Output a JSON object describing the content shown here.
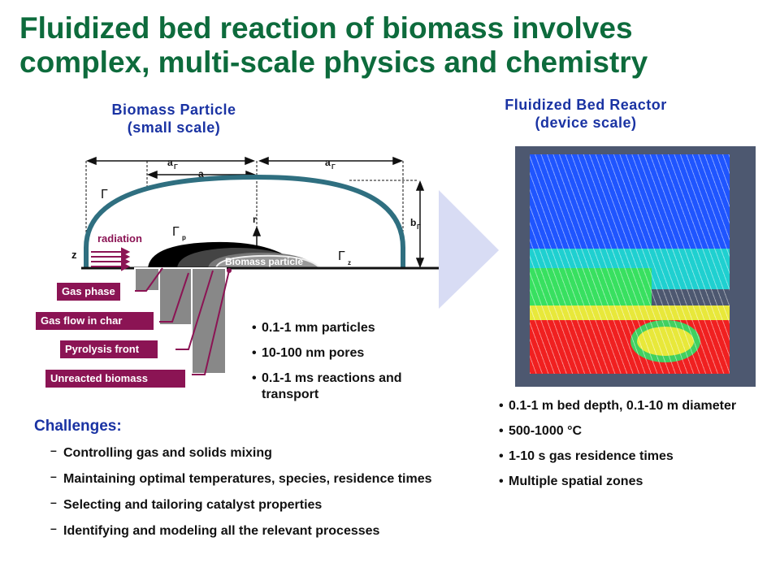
{
  "title": "Fluidized bed reaction of biomass involves complex, multi-scale physics and chemistry",
  "left_heading": {
    "line1": "Biomass Particle",
    "line2": "(small scale)"
  },
  "right_heading": {
    "line1": "Fluidized Bed Reactor",
    "line2": "(device scale)"
  },
  "particle_diagram": {
    "labels": {
      "a_gamma_left": "a",
      "a": "a",
      "a_gamma_right": "a",
      "gamma": "Γ",
      "r": "r",
      "b_gamma": "b",
      "gamma_p": "Γ",
      "sub_p": "p",
      "gamma_z": "Γ",
      "sub_z": "z",
      "sub_gamma": "Γ",
      "radiation": "radiation",
      "z": "z",
      "biomass_particle": "Biomass particle"
    },
    "layers": [
      "Gas phase",
      "Gas flow in  char",
      "Pyrolysis front",
      "Unreacted biomass"
    ],
    "colors": {
      "arc": "#2f6f80",
      "label_bg": "#8b1454",
      "radiation": "#8b1454"
    }
  },
  "particle_bullets": [
    "0.1-1 mm particles",
    "10-100 nm pores",
    "0.1-1 ms reactions and transport"
  ],
  "reactor_bullets": [
    "0.1-1 m bed depth, 0.1-10 m diameter",
    "500-1000 °C",
    "1-10 s gas residence times",
    "Multiple spatial zones"
  ],
  "challenges": {
    "heading": "Challenges:",
    "items": [
      "Controlling gas and solids mixing",
      "Maintaining optimal  temperatures, species, residence times",
      "Selecting and tailoring catalyst properties",
      "Identifying and modeling all the relevant processes"
    ]
  },
  "colors": {
    "title": "#0d6b3c",
    "heading": "#1a33a3",
    "arrow": "#d8dcf4",
    "sim_bg": "#4d5870"
  }
}
